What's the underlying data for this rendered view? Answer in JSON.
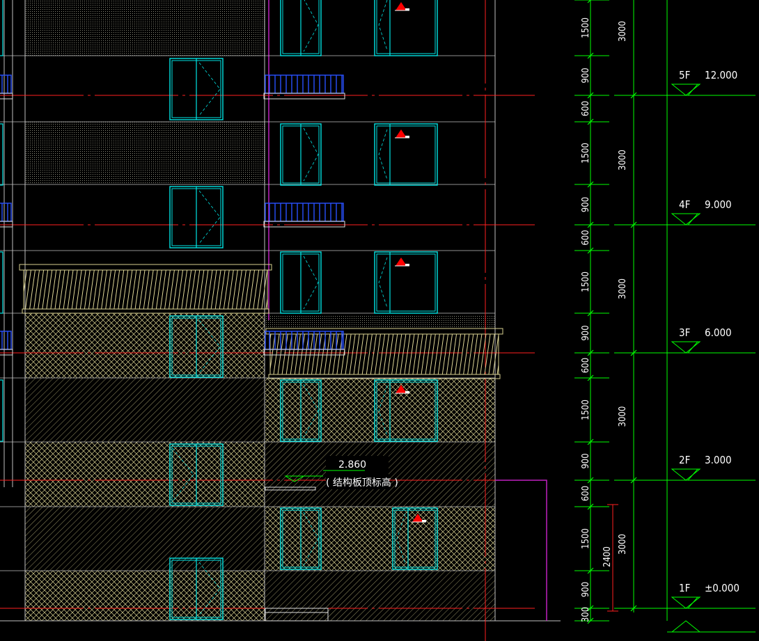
{
  "colors": {
    "background": "#000000",
    "wall_outline": "#c0c0c0",
    "window_frame": "#00e5e5",
    "axis_line": "#ff2020",
    "dimension": "#00ff00",
    "level_marker": "#00ff00",
    "hatch": "#d8d090",
    "railing": "#2850ff",
    "magenta": "#c020c0",
    "warning_marker": "#ff0000"
  },
  "icons": {
    "warning": "warning-triangle-icon",
    "level": "level-datum-icon"
  },
  "floor_dimensions": [
    "300",
    "900",
    "1500",
    "600",
    "900",
    "1500",
    "600",
    "900",
    "1500",
    "600",
    "900",
    "1500",
    "600",
    "900",
    "1500"
  ],
  "story_heights": [
    "3000",
    "3000",
    "3000",
    "3000",
    "3000"
  ],
  "levels": [
    {
      "floor": "1F",
      "elevation": "±0.000"
    },
    {
      "floor": "2F",
      "elevation": "3.000"
    },
    {
      "floor": "3F",
      "elevation": "6.000"
    },
    {
      "floor": "4F",
      "elevation": "9.000"
    },
    {
      "floor": "5F",
      "elevation": "12.000"
    }
  ],
  "sill_dimension": "2400",
  "annotation": {
    "elevation": "2.860",
    "note": "( 结构板顶标高    )"
  }
}
